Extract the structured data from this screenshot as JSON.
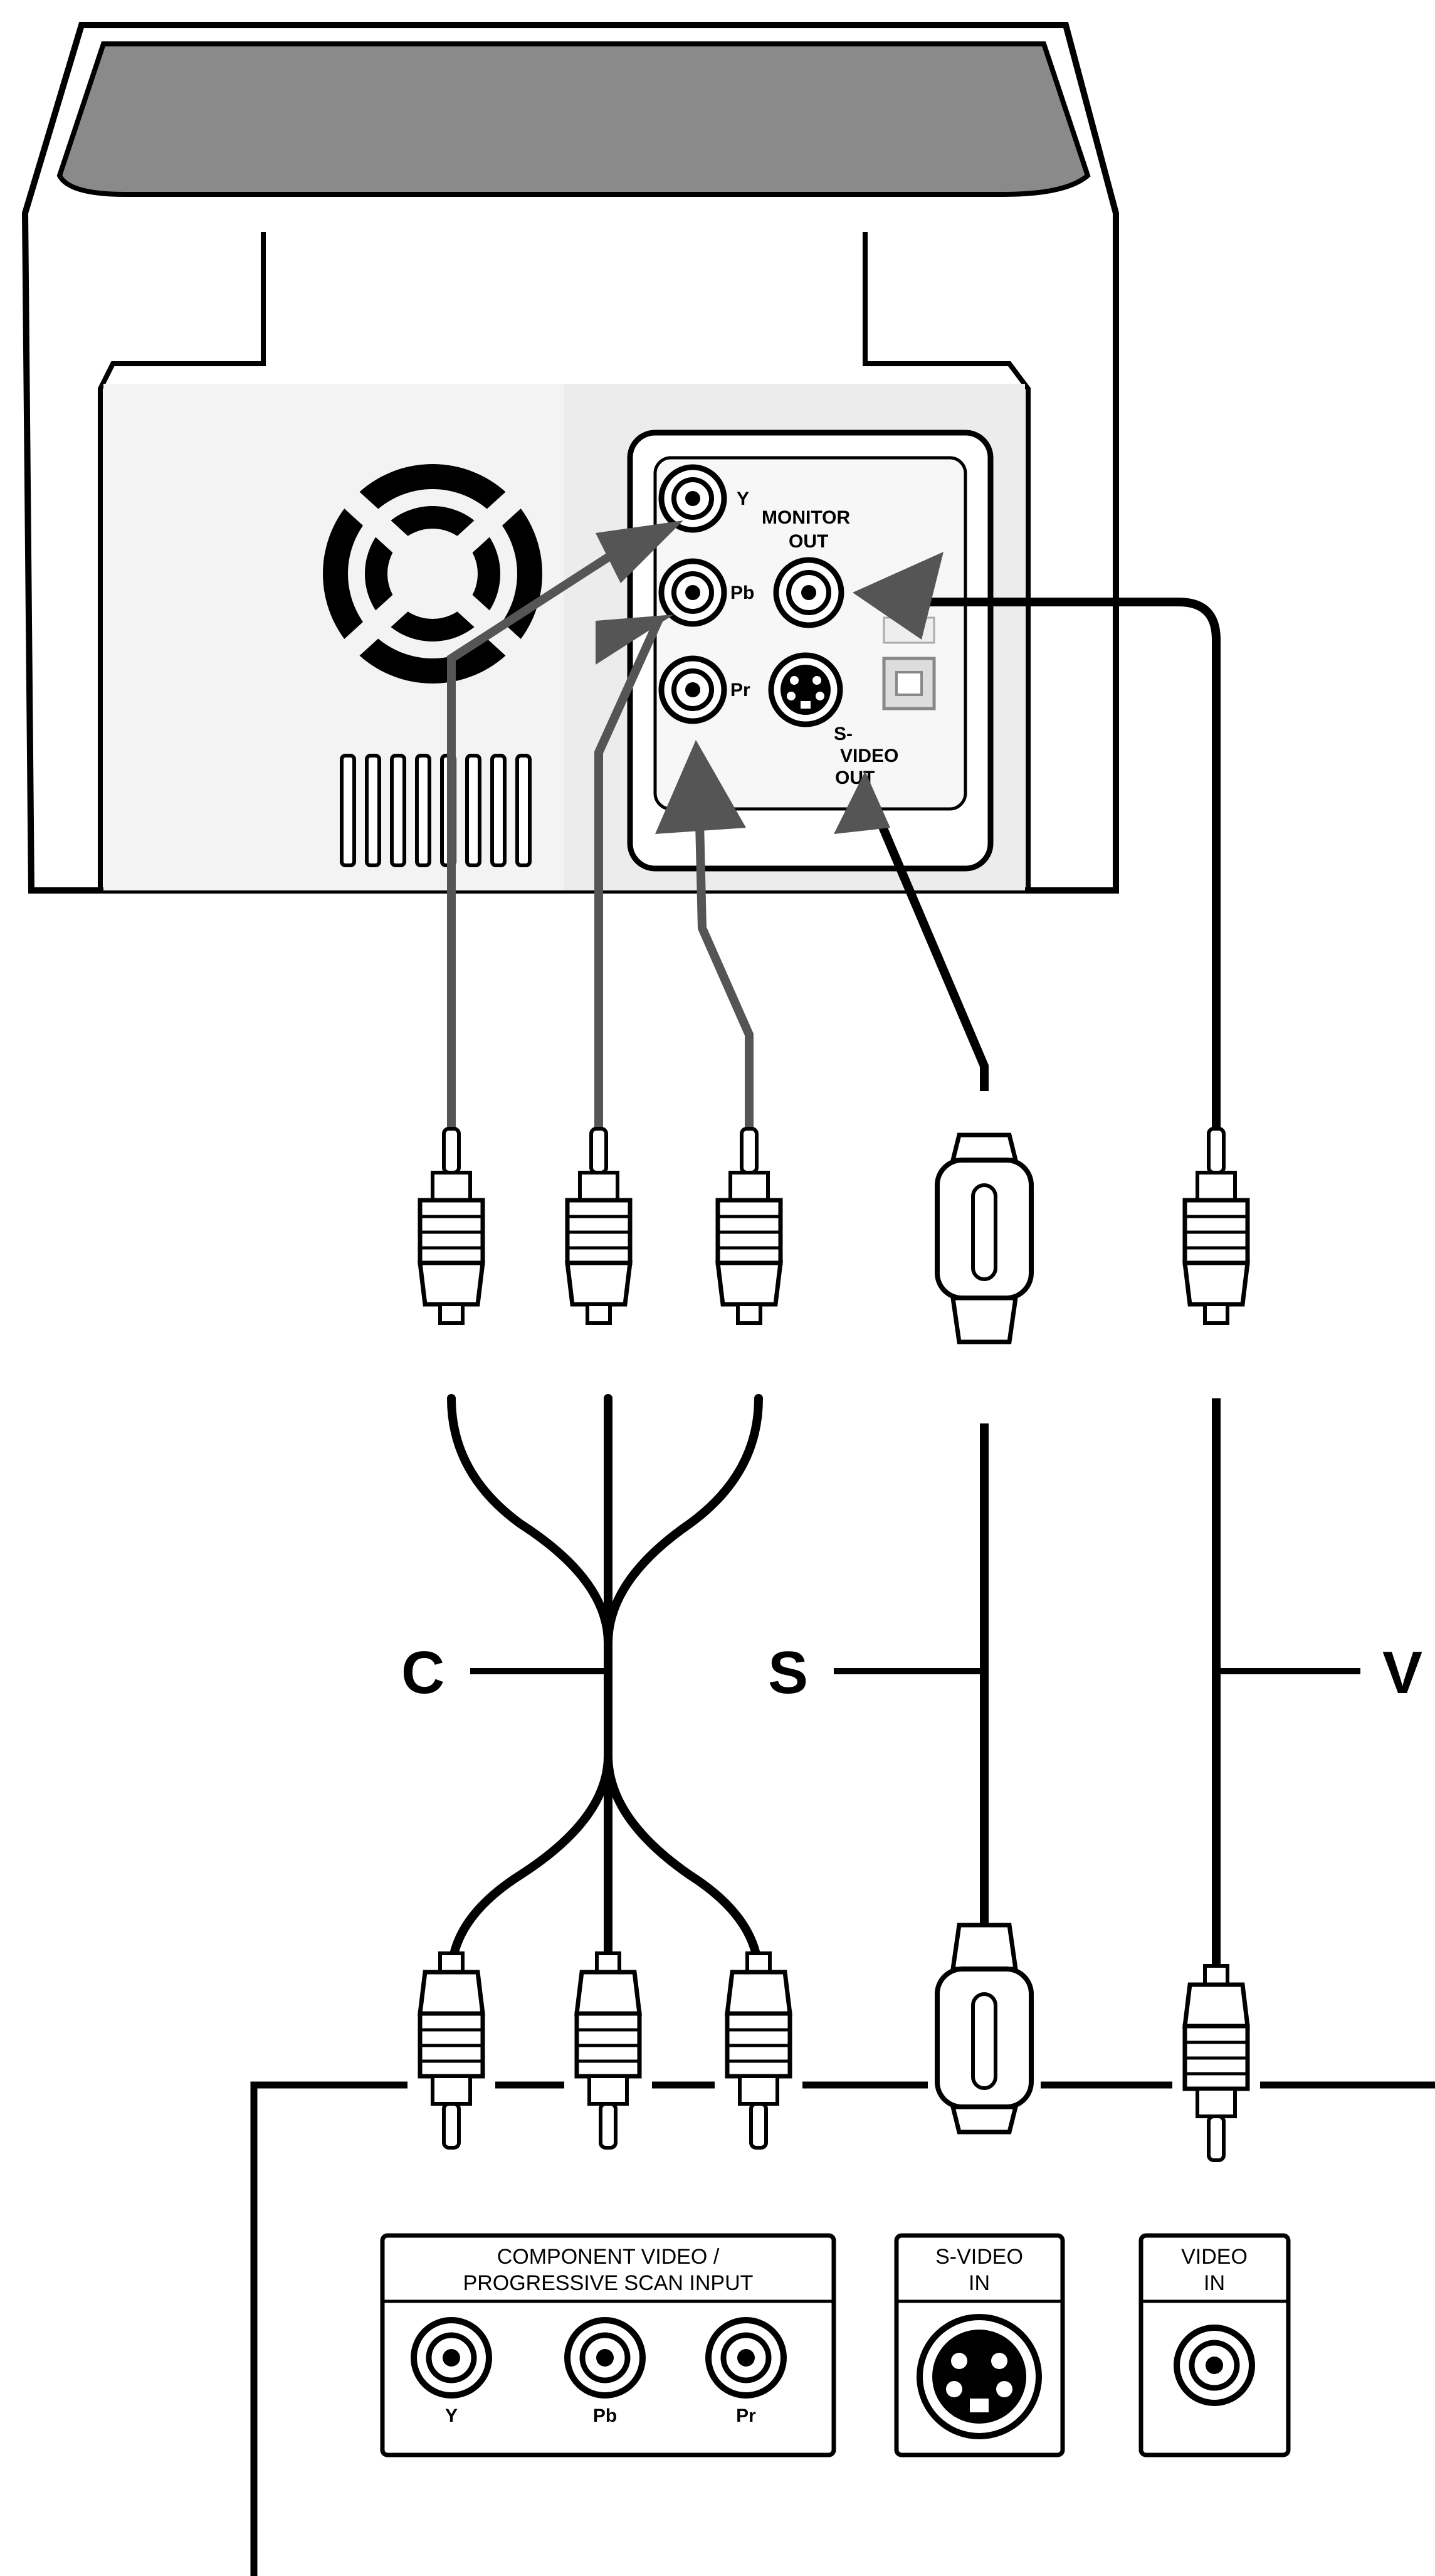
{
  "device_panel": {
    "jack_y": "Y",
    "jack_pb": "Pb",
    "jack_pr": "Pr",
    "monitor_out_line1": "MONITOR",
    "monitor_out_line2": "OUT",
    "svideo_out_line1": "S-",
    "svideo_out_line2": "VIDEO",
    "svideo_out_line3": "OUT"
  },
  "cables": {
    "component": "C",
    "svideo": "S",
    "video": "V"
  },
  "tv_panel": {
    "component_title_line1": "COMPONENT VIDEO /",
    "component_title_line2": "PROGRESSIVE SCAN INPUT",
    "jack_y": "Y",
    "jack_pb": "Pb",
    "jack_pr": "Pr",
    "svideo_in_line1": "S-VIDEO",
    "svideo_in_line2": "IN",
    "video_in_line1": "VIDEO",
    "video_in_line2": "IN"
  },
  "colors": {
    "line": "#000000",
    "cable_gray": "#555555",
    "arrow_gray": "#666666",
    "panel_fill": "#f3f3f3",
    "top_fill": "#8a8a8a"
  }
}
